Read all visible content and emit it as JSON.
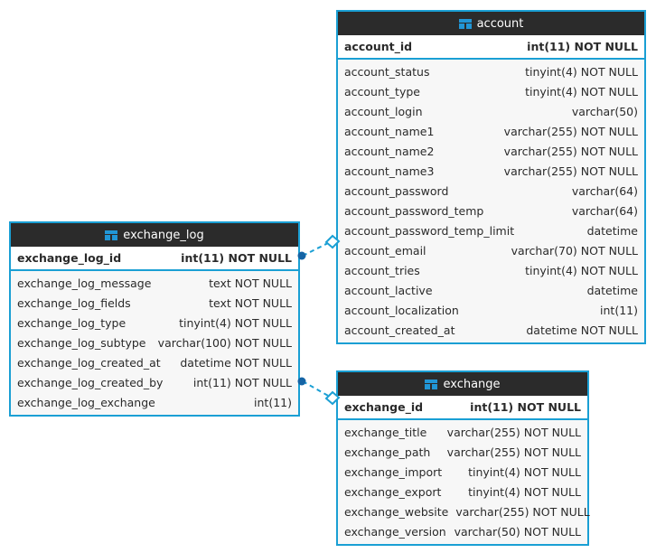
{
  "diagram": {
    "type": "entity-relationship-diagram",
    "background": "#ffffff",
    "accent_color": "#1a9fd4",
    "header_color": "#2b2b2b",
    "icon_name": "table-icon"
  },
  "tables": [
    {
      "name": "account",
      "primary_key": {
        "column": "account_id",
        "type": "int(11) NOT NULL"
      },
      "columns": [
        {
          "column": "account_status",
          "type": "tinyint(4) NOT NULL"
        },
        {
          "column": "account_type",
          "type": "tinyint(4) NOT NULL"
        },
        {
          "column": "account_login",
          "type": "varchar(50)"
        },
        {
          "column": "account_name1",
          "type": "varchar(255) NOT NULL"
        },
        {
          "column": "account_name2",
          "type": "varchar(255) NOT NULL"
        },
        {
          "column": "account_name3",
          "type": "varchar(255) NOT NULL"
        },
        {
          "column": "account_password",
          "type": "varchar(64)"
        },
        {
          "column": "account_password_temp",
          "type": "varchar(64)"
        },
        {
          "column": "account_password_temp_limit",
          "type": "datetime"
        },
        {
          "column": "account_email",
          "type": "varchar(70) NOT NULL"
        },
        {
          "column": "account_tries",
          "type": "tinyint(4) NOT NULL"
        },
        {
          "column": "account_lactive",
          "type": "datetime"
        },
        {
          "column": "account_localization",
          "type": "int(11)"
        },
        {
          "column": "account_created_at",
          "type": "datetime NOT NULL"
        }
      ]
    },
    {
      "name": "exchange_log",
      "primary_key": {
        "column": "exchange_log_id",
        "type": "int(11) NOT NULL"
      },
      "columns": [
        {
          "column": "exchange_log_message",
          "type": "text NOT NULL"
        },
        {
          "column": "exchange_log_fields",
          "type": "text NOT NULL"
        },
        {
          "column": "exchange_log_type",
          "type": "tinyint(4) NOT NULL"
        },
        {
          "column": "exchange_log_subtype",
          "type": "varchar(100) NOT NULL"
        },
        {
          "column": "exchange_log_created_at",
          "type": "datetime NOT NULL"
        },
        {
          "column": "exchange_log_created_by",
          "type": "int(11) NOT NULL"
        },
        {
          "column": "exchange_log_exchange",
          "type": "int(11)"
        }
      ]
    },
    {
      "name": "exchange",
      "primary_key": {
        "column": "exchange_id",
        "type": "int(11) NOT NULL"
      },
      "columns": [
        {
          "column": "exchange_title",
          "type": "varchar(255) NOT NULL"
        },
        {
          "column": "exchange_path",
          "type": "varchar(255) NOT NULL"
        },
        {
          "column": "exchange_import",
          "type": "tinyint(4) NOT NULL"
        },
        {
          "column": "exchange_export",
          "type": "tinyint(4) NOT NULL"
        },
        {
          "column": "exchange_website",
          "type": "varchar(255) NOT NULL"
        },
        {
          "column": "exchange_version",
          "type": "varchar(50) NOT NULL"
        }
      ]
    }
  ],
  "relationships": [
    {
      "from_table": "exchange_log",
      "from_column": "exchange_log_created_by",
      "to_table": "account",
      "to_column": "account_id"
    },
    {
      "from_table": "exchange_log",
      "from_column": "exchange_log_exchange",
      "to_table": "exchange",
      "to_column": "exchange_id"
    }
  ]
}
